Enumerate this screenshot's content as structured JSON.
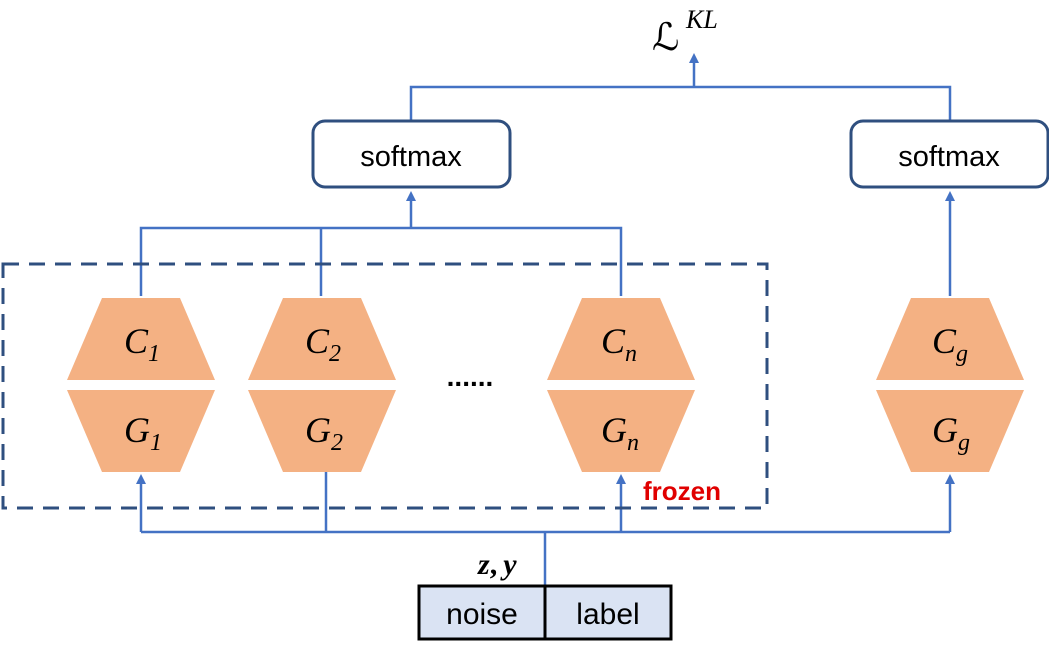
{
  "loss": {
    "symbol": "ℒ",
    "superscript": "KL"
  },
  "softmax_left": {
    "label": "softmax"
  },
  "softmax_right": {
    "label": "softmax"
  },
  "frozen_label": "frozen",
  "ellipsis": "......",
  "input_label": {
    "z": "z",
    "sep": ",",
    "y": "y"
  },
  "input_box": {
    "noise": "noise",
    "label": "label"
  },
  "modules": [
    {
      "c": "C",
      "c_sub": "1",
      "g": "G",
      "g_sub": "1"
    },
    {
      "c": "C",
      "c_sub": "2",
      "g": "G",
      "g_sub": "2"
    },
    {
      "c": "C",
      "c_sub": "n",
      "g": "G",
      "g_sub": "n"
    },
    {
      "c": "C",
      "c_sub": "g",
      "g": "G",
      "g_sub": "g"
    }
  ],
  "colors": {
    "line": "#4472c4",
    "box_border": "#2f4f7f",
    "hex_fill": "#f4b183",
    "frozen": "#e00000",
    "input_fill": "#dae3f3",
    "dash_border": "#2f4f7f"
  }
}
